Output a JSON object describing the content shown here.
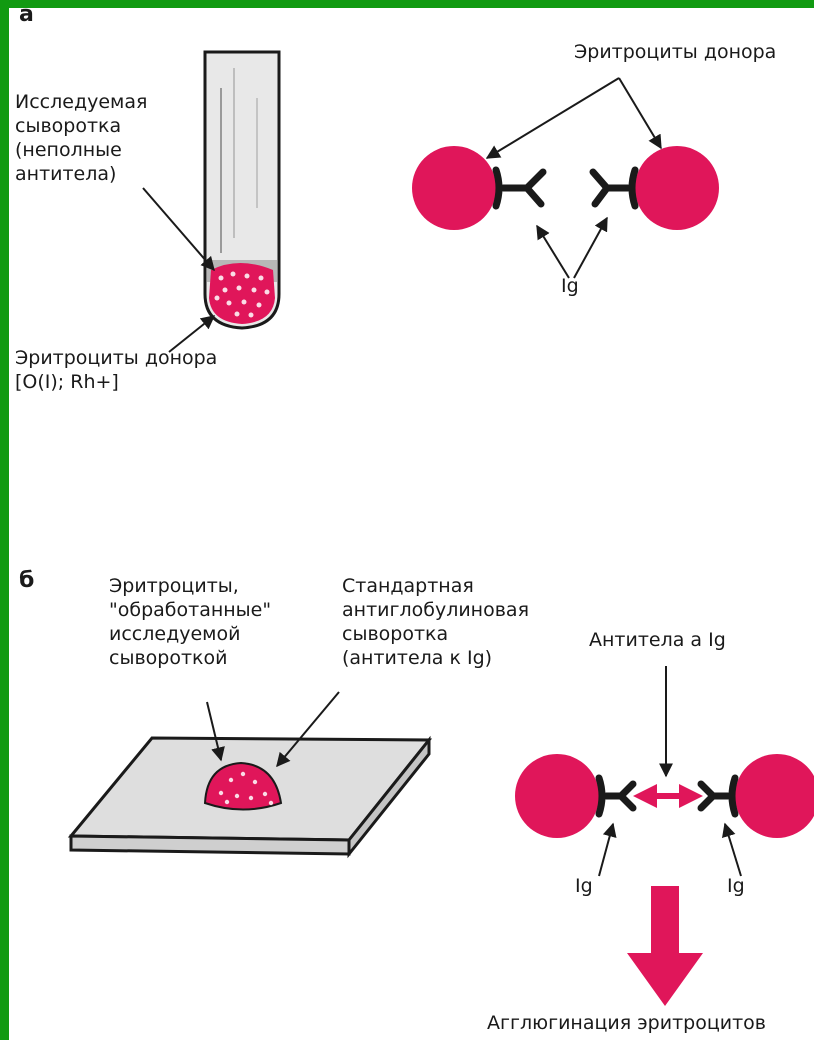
{
  "panel_a": {
    "letter": "а",
    "serum_label": "Исследуемая\nсыворотка\n(неполные\nантитела)",
    "donor_cells_label": "Эритроциты донора\n[O(I); Rh+]",
    "donor_cells_top_label": "Эритроциты донора",
    "ig_label": "Ig"
  },
  "panel_b": {
    "letter": "б",
    "treated_cells_label": "Эритроциты,\n\"обработанные\"\nисследуемой\nсывороткой",
    "antiglobulin_label": "Стандартная\nантиглобулиновая\nсыворотка\n(антитела к Ig)",
    "anti_ig_label": "Антитела а Ig",
    "ig_left_label": "Ig",
    "ig_right_label": "Ig",
    "result_label": "Агглюгинация эритроцитов"
  },
  "colors": {
    "erythrocyte": "#e0165a",
    "frame": "#119a11",
    "ink": "#1a1a1a",
    "glass": "#dedede"
  }
}
